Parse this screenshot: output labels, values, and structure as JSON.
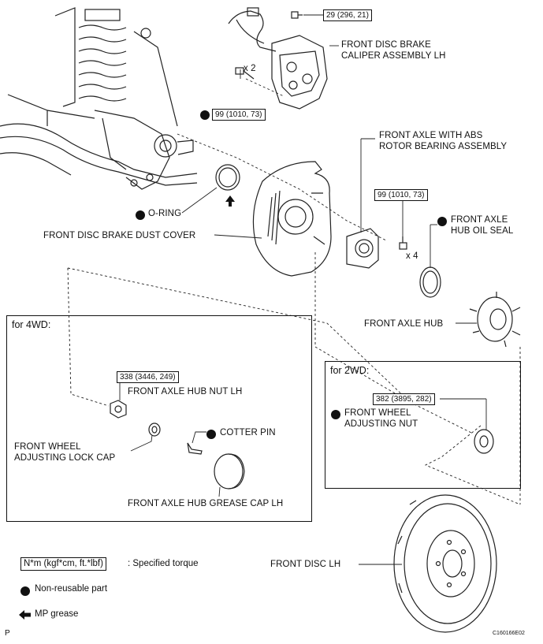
{
  "torques": {
    "caliper_bolt_small": "29 (296, 21)",
    "caliper_bolt_main": "99 (1010, 73)",
    "bearing_bolt": "99 (1010, 73)",
    "hub_nut_4wd": "338 (3446, 249)",
    "adjusting_nut_2wd": "382 (3895, 282)"
  },
  "quantities": {
    "caliper_bolt": "x 2",
    "bearing_bolt": "x 4"
  },
  "labels": {
    "caliper": "FRONT DISC BRAKE\nCALIPER ASSEMBLY LH",
    "bearing": "FRONT AXLE WITH ABS\nROTOR BEARING ASSEMBLY",
    "hub_oil_seal": "FRONT AXLE\nHUB OIL SEAL",
    "o_ring": "O-RING",
    "dust_cover": "FRONT DISC BRAKE DUST COVER",
    "axle_hub": "FRONT AXLE HUB",
    "hub_nut": "FRONT AXLE HUB NUT LH",
    "adj_lock_cap": "FRONT WHEEL\nADJUSTING LOCK CAP",
    "cotter_pin": "COTTER PIN",
    "grease_cap": "FRONT AXLE HUB GREASE CAP LH",
    "adj_nut": "FRONT WHEEL\nADJUSTING NUT",
    "disc": "FRONT DISC LH"
  },
  "boxes": {
    "fourwd": "for 4WD:",
    "twowd": "for 2WD:"
  },
  "legend": {
    "torque_box": "N*m (kgf*cm, ft.*lbf)",
    "torque_text": ": Specified torque",
    "nonreusable": "Non-reusable part",
    "grease": "MP grease"
  },
  "footer": {
    "left": "P",
    "code": "C160166E02"
  },
  "icons": [
    "non-reusable-dot",
    "mp-grease-arrow"
  ]
}
